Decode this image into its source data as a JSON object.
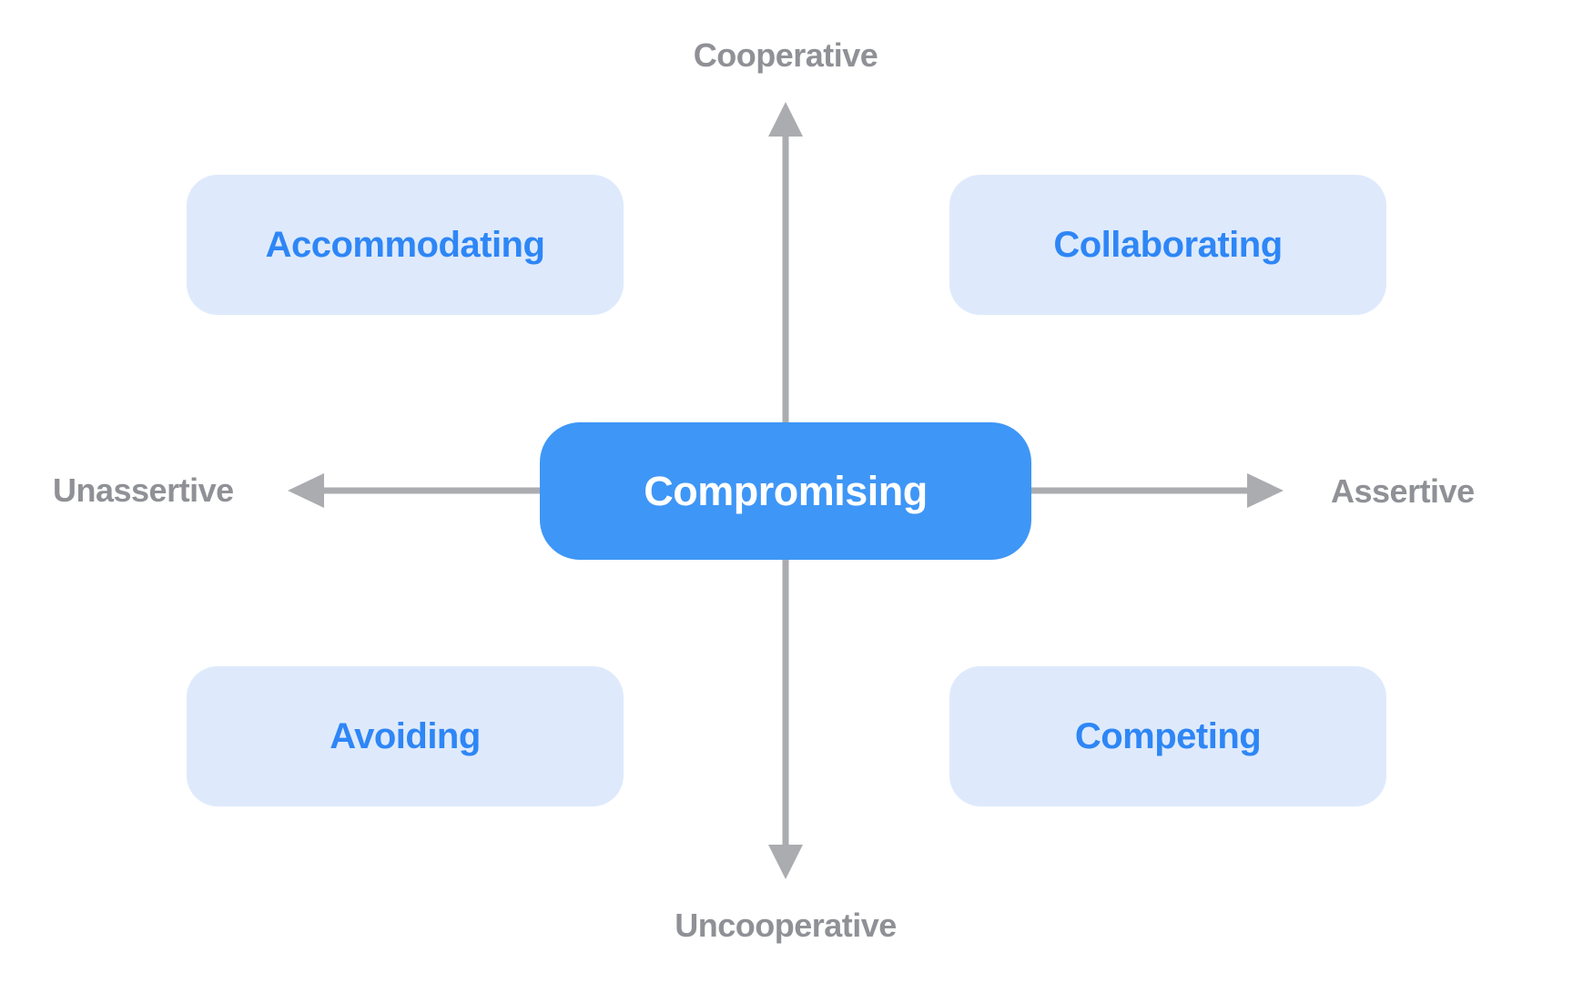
{
  "diagram": {
    "type": "quadrant-axis-diagram",
    "center": {
      "label": "Compromising"
    },
    "quadrants": [
      {
        "position": "top-left",
        "label": "Accommodating"
      },
      {
        "position": "top-right",
        "label": "Collaborating"
      },
      {
        "position": "bottom-left",
        "label": "Avoiding"
      },
      {
        "position": "bottom-right",
        "label": "Competing"
      }
    ],
    "axes": {
      "top": "Cooperative",
      "bottom": "Uncooperative",
      "left": "Unassertive",
      "right": "Assertive"
    },
    "colors": {
      "center_fill": "#3E96F6",
      "center_text": "#FFFFFF",
      "quadrant_fill": "#DEEAFC",
      "quadrant_text": "#2E86F6",
      "axis_arrow": "#ABACB0",
      "axis_label": "#8F9196",
      "background": "#FFFFFF"
    }
  }
}
